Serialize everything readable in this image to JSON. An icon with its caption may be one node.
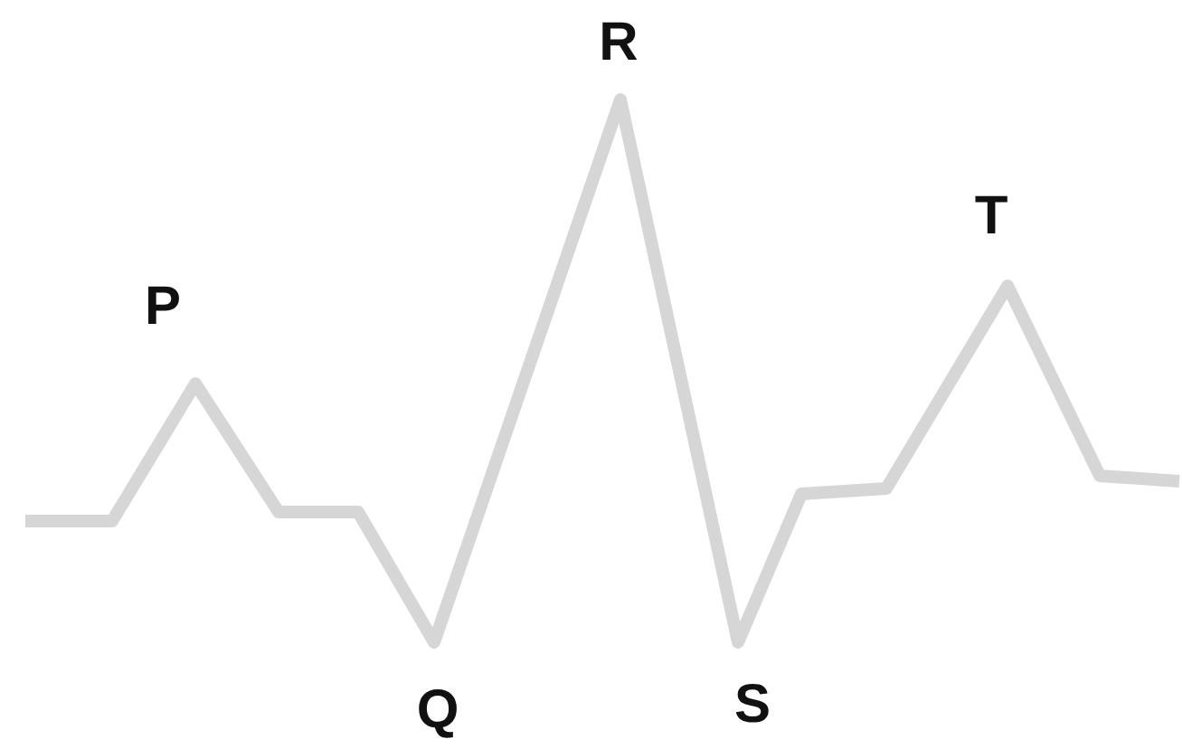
{
  "diagram": {
    "labels": [
      "P",
      "Q",
      "R",
      "S",
      "T"
    ]
  }
}
